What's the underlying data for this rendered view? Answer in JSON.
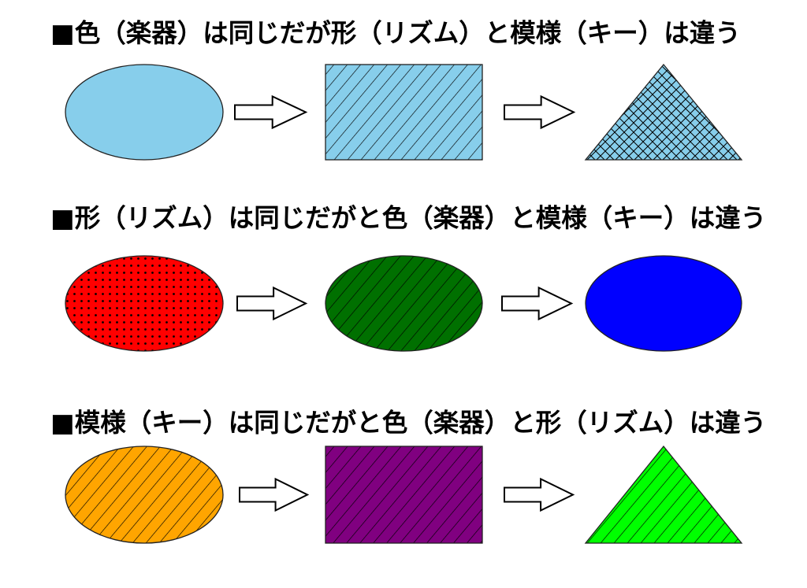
{
  "rows": [
    {
      "title": "■色（楽器）は同じだが形（リズム）と模様（キー）は違う",
      "shapes": [
        {
          "shape": "ellipse",
          "fill": "#87CEEB",
          "pattern": "none"
        },
        {
          "shape": "rectangle",
          "fill": "#87CEEB",
          "pattern": "diagonal"
        },
        {
          "shape": "triangle",
          "fill": "#87CEEB",
          "pattern": "crosshatch"
        }
      ]
    },
    {
      "title": "■形（リズム）は同じだがと色（楽器）と模様（キー）は違う",
      "shapes": [
        {
          "shape": "ellipse",
          "fill": "#FF0000",
          "pattern": "dots"
        },
        {
          "shape": "ellipse",
          "fill": "#007000",
          "pattern": "diagonal"
        },
        {
          "shape": "ellipse",
          "fill": "#0000FF",
          "pattern": "none"
        }
      ]
    },
    {
      "title": "■模様（キー）は同じだがと色（楽器）と形（リズム）は違う",
      "shapes": [
        {
          "shape": "ellipse",
          "fill": "#FFA500",
          "pattern": "diagonal"
        },
        {
          "shape": "rectangle",
          "fill": "#800080",
          "pattern": "diagonal"
        },
        {
          "shape": "triangle",
          "fill": "#00FF00",
          "pattern": "diagonal"
        }
      ]
    }
  ]
}
